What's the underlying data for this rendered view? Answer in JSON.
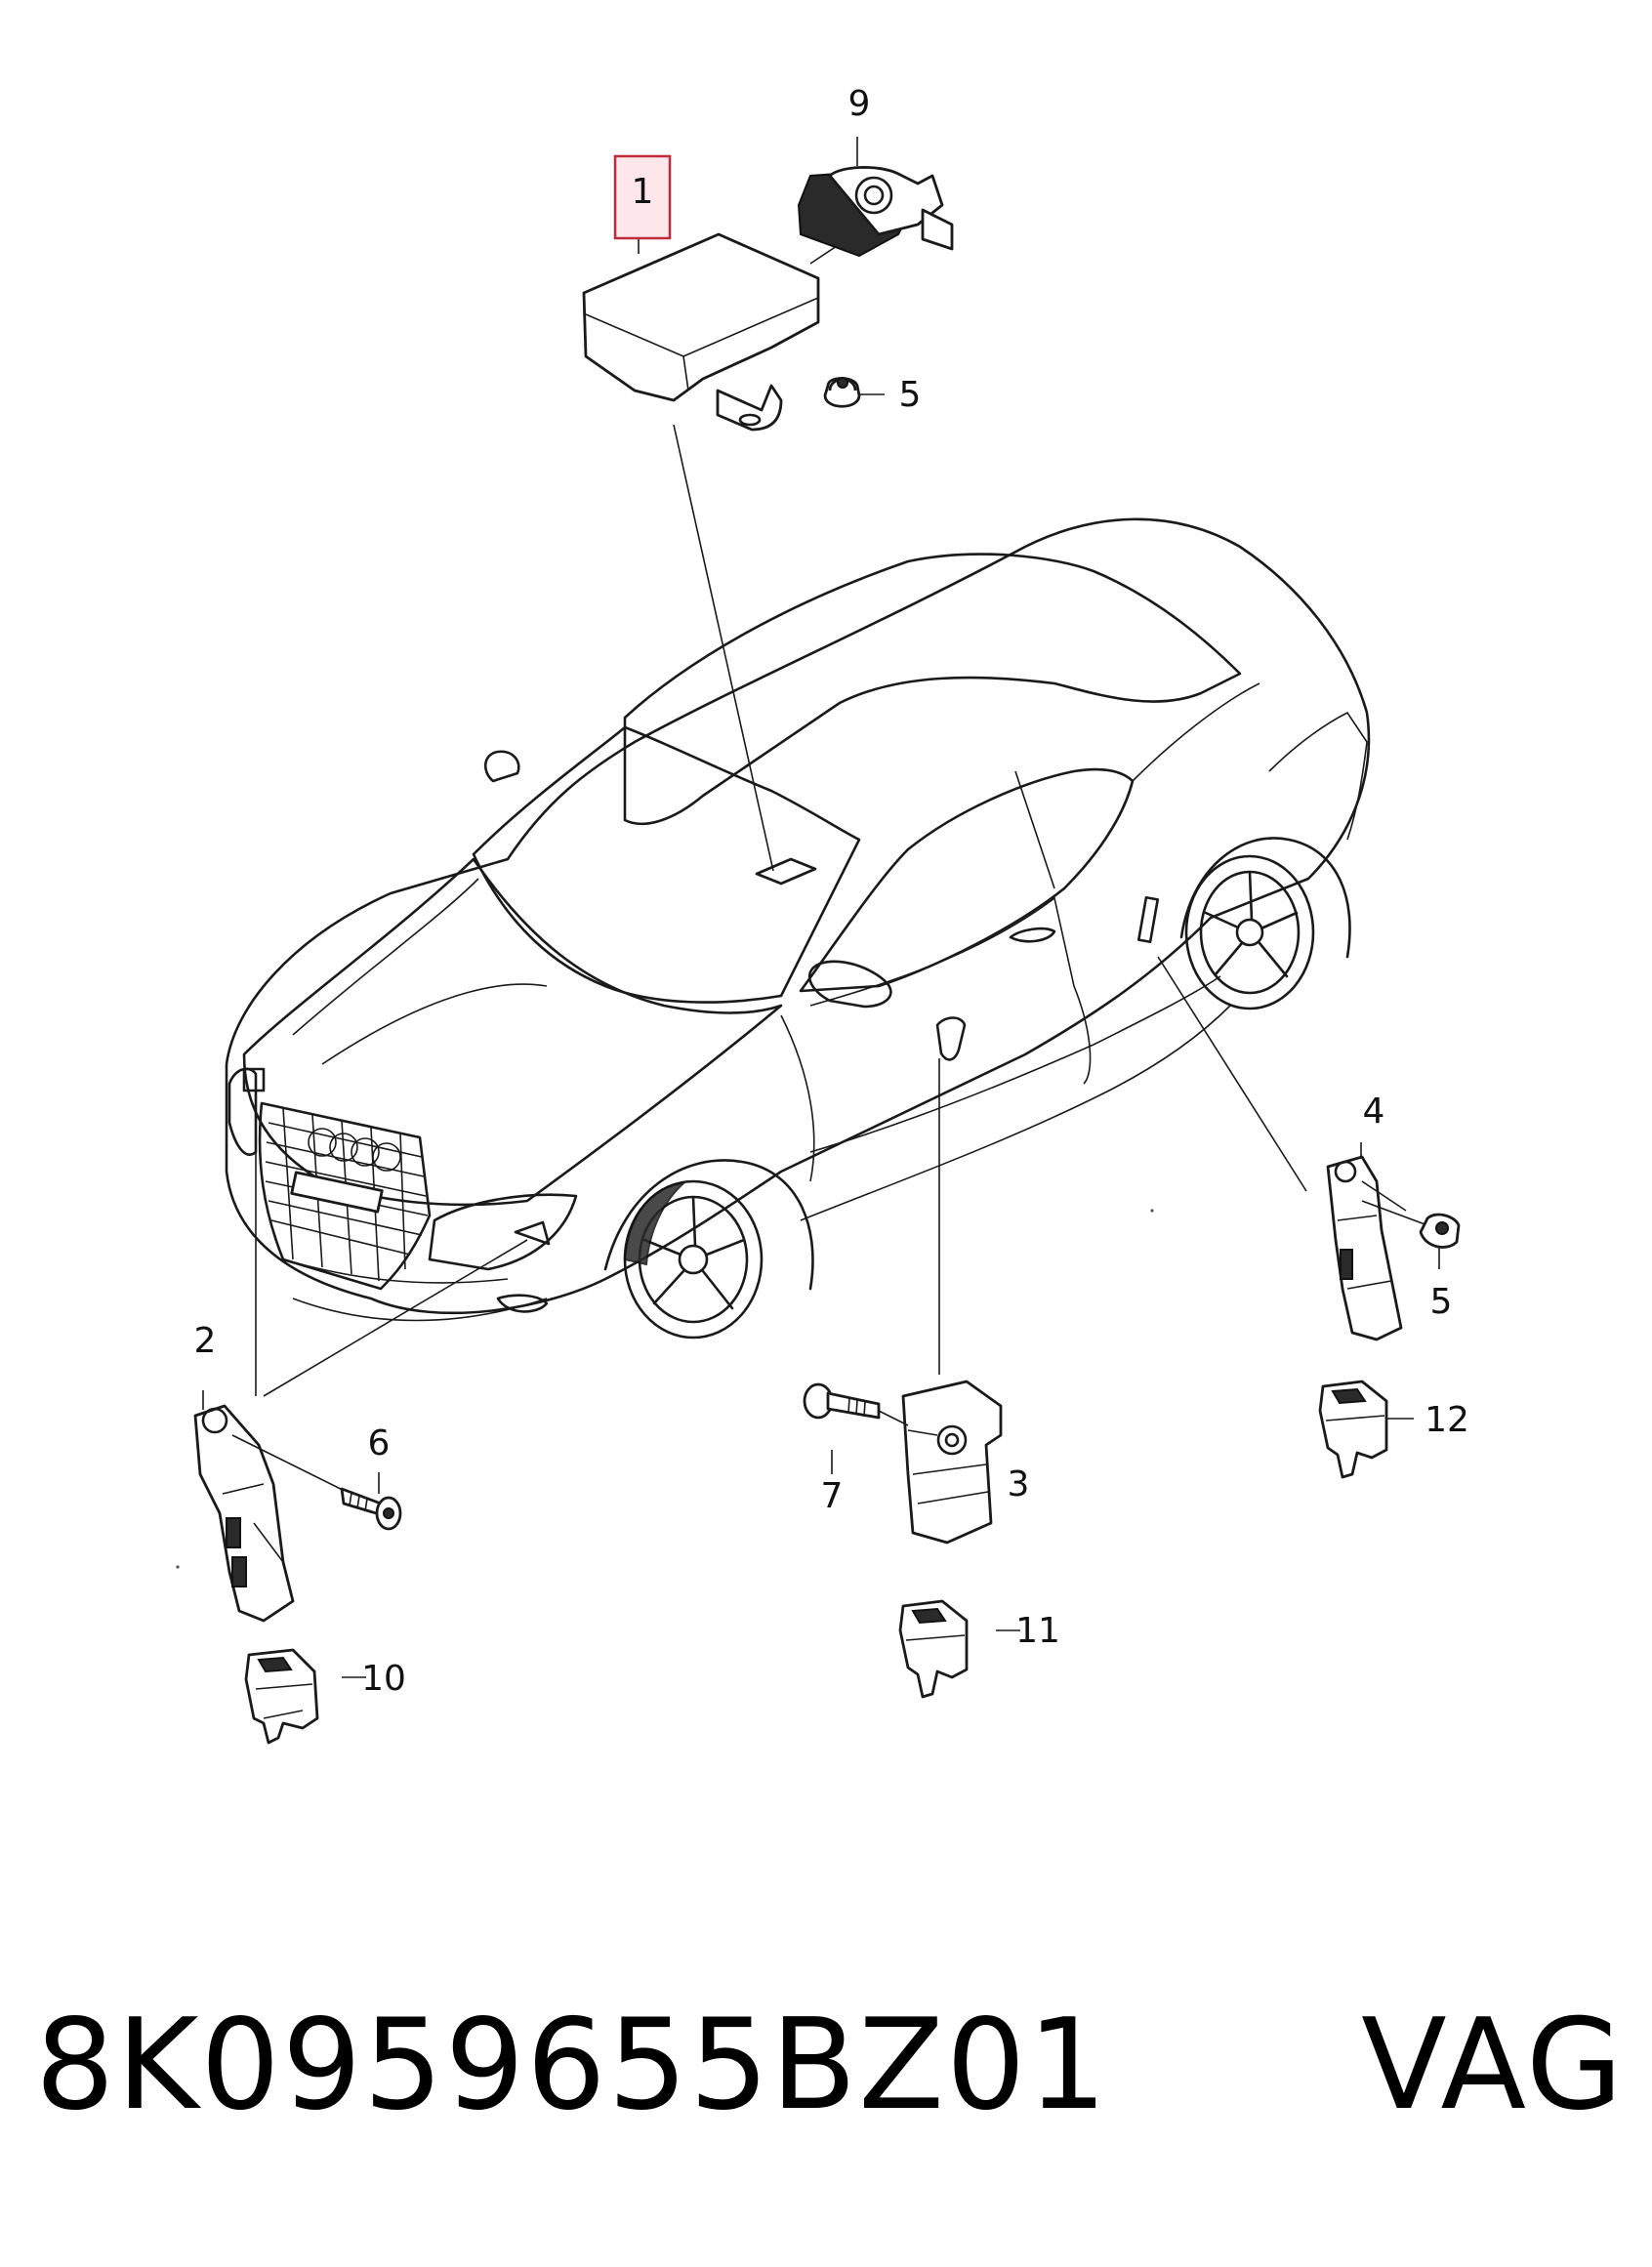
{
  "callouts": {
    "c1": "1",
    "c2": "2",
    "c3": "3",
    "c4": "4",
    "c5a": "5",
    "c5b": "5",
    "c6": "6",
    "c7": "7",
    "c9": "9",
    "c10": "10",
    "c11": "11",
    "c12": "12"
  },
  "footer": {
    "part_number": "8K0959655BZ01",
    "brand": "VAG"
  },
  "colors": {
    "line": "#1a1a1a",
    "highlight_fill": "#fde7ea",
    "highlight_border": "#c02a3a"
  }
}
